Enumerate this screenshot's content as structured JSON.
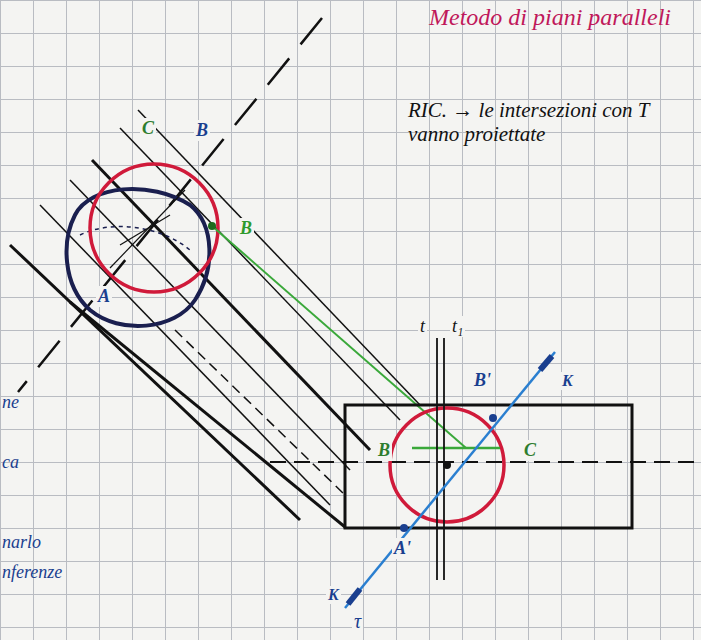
{
  "diagram": {
    "title": "Metodo di piani paralleli",
    "labels": [
      "RIC. → le intersezioni con T vanno proiettate",
      "C",
      "B",
      "B",
      "A",
      "t",
      "t₁",
      "B'",
      "K",
      "B",
      "C",
      "A'",
      "K",
      "τ",
      "ne",
      "ca",
      "narlo",
      "nferenze"
    ]
  }
}
